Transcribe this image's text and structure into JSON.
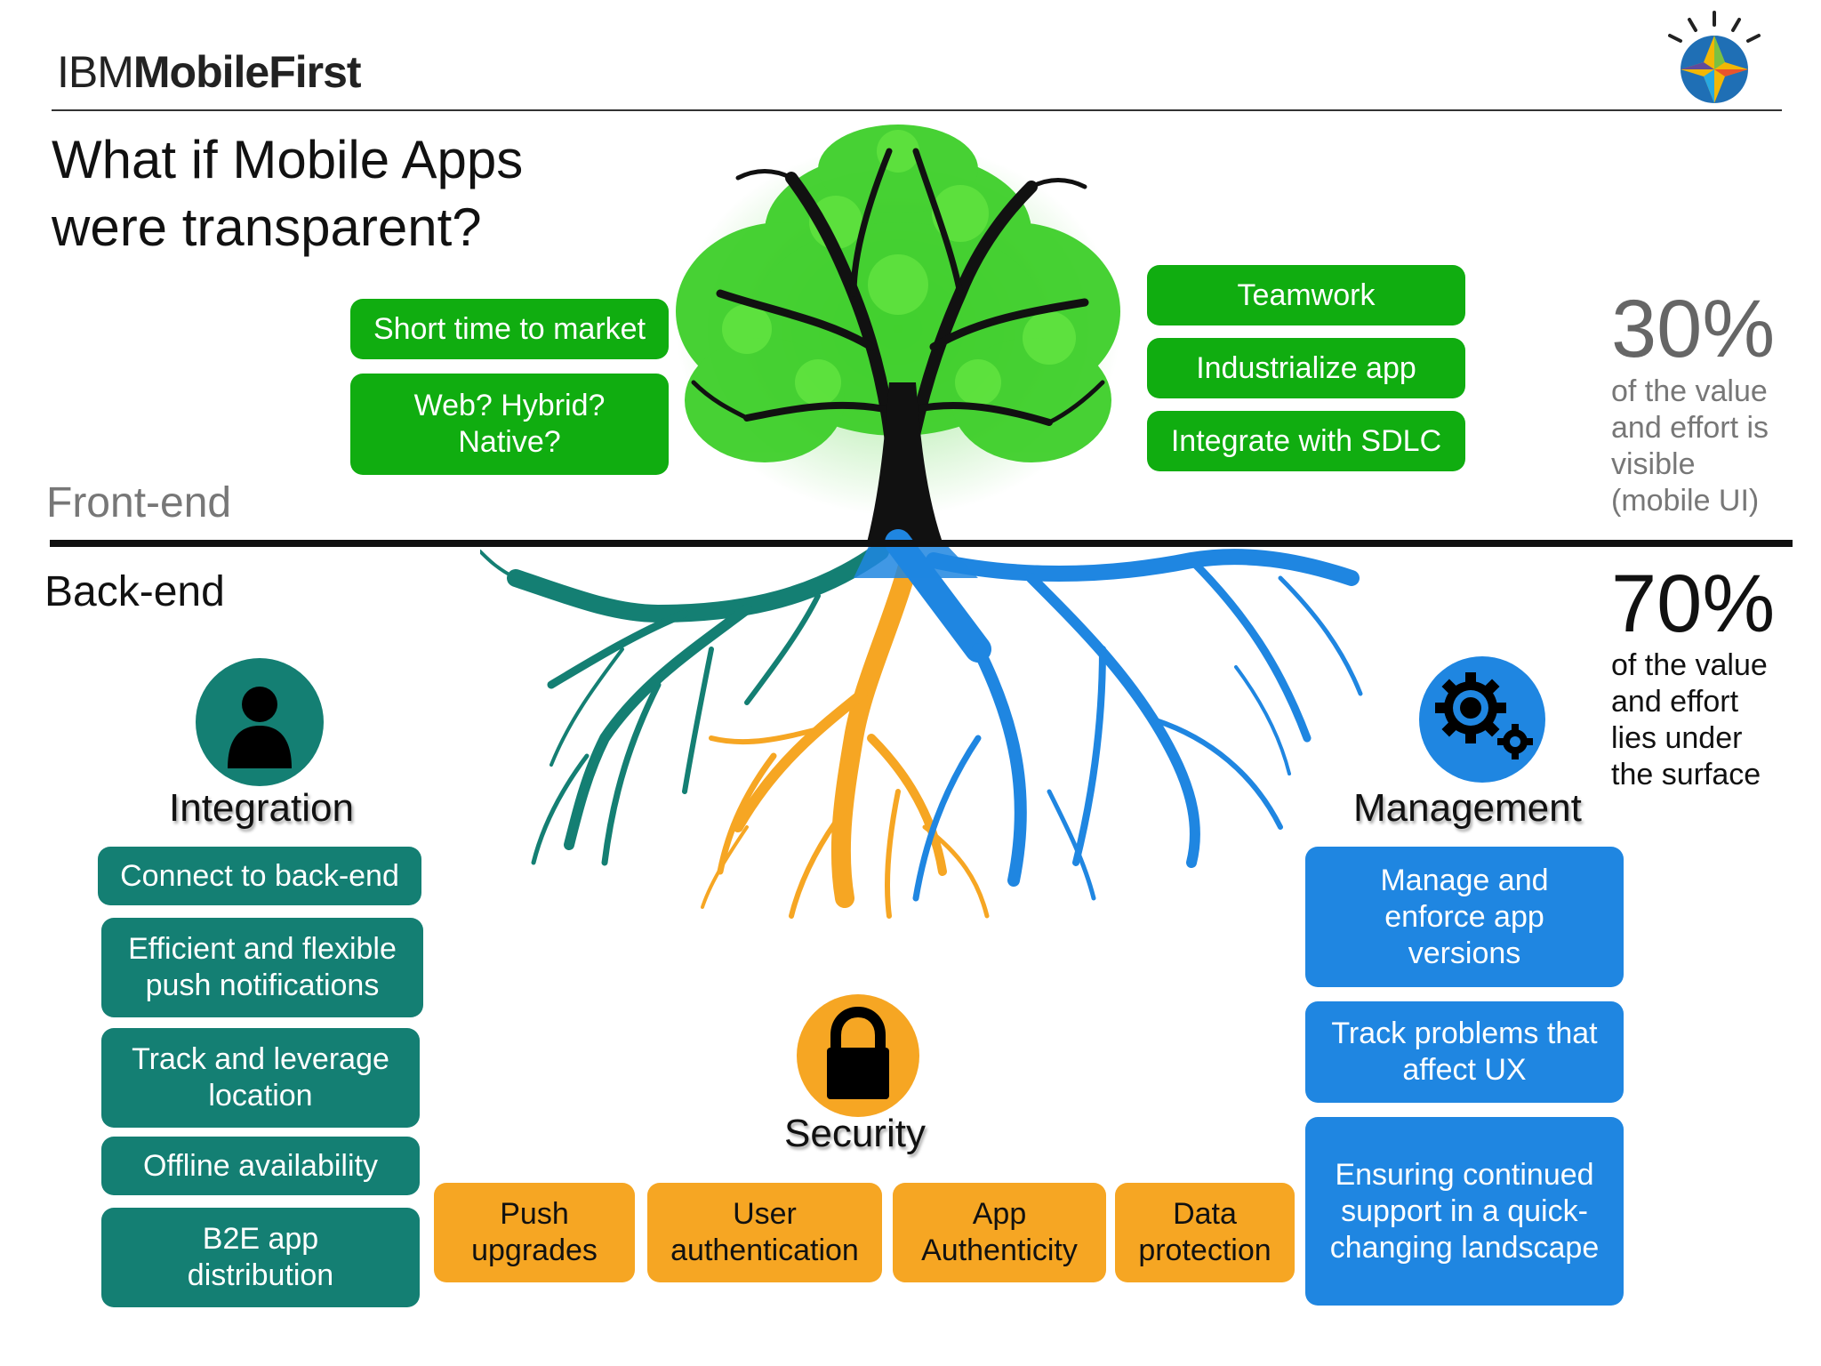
{
  "brand": {
    "prefix": "IBM",
    "name": "MobileFirst"
  },
  "title": {
    "line1": "What if Mobile Apps",
    "line2": "were transparent?"
  },
  "labels": {
    "frontend": "Front-end",
    "backend": "Back-end"
  },
  "visible": {
    "percent": "30%",
    "line1": "of the value",
    "line2": "and effort is",
    "line3": "visible",
    "line4": "(mobile UI)"
  },
  "hidden": {
    "percent": "70%",
    "line1": "of the value",
    "line2": "and effort",
    "line3": "lies under",
    "line4": "the surface"
  },
  "frontend_left": [
    "Short time to market",
    "Web? Hybrid? Native?"
  ],
  "frontend_right": [
    "Teamwork",
    "Industrialize app",
    "Integrate with SDLC"
  ],
  "integration": {
    "title": "Integration",
    "items": [
      "Connect to back-end",
      "Efficient and flexible push notifications",
      "Track and leverage location",
      "Offline availability",
      "B2E app distribution"
    ]
  },
  "security": {
    "title": "Security",
    "items": [
      "Push upgrades",
      "User authentication",
      "App Authenticity",
      "Data protection"
    ]
  },
  "management": {
    "title": "Management",
    "items": [
      "Manage and enforce app versions",
      "Track problems that affect UX",
      "Ensuring continued support in a quick-changing landscape"
    ]
  },
  "colors": {
    "frontend_green": "#10ad10",
    "integration_teal": "#147f73",
    "security_orange": "#f6a623",
    "management_blue": "#1f86e1",
    "foliage": "#3ecf2a",
    "trunk": "#111111"
  },
  "icons": {
    "logo": "ibm-watson-logo-icon",
    "integration": "person-icon",
    "security": "padlock-icon",
    "management": "gears-icon"
  }
}
